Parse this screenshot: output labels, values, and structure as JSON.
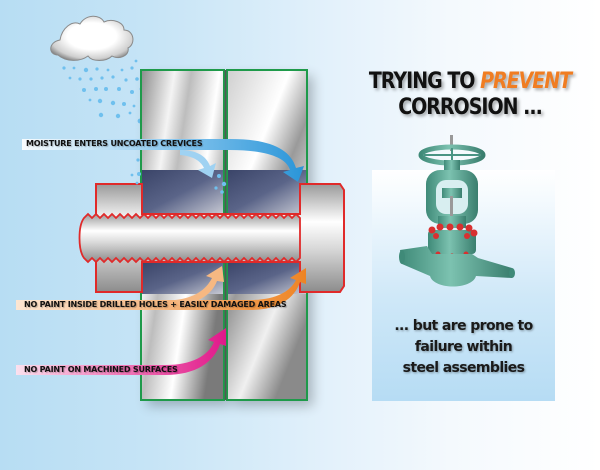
{
  "diagram": {
    "callouts": [
      {
        "id": "moisture",
        "text": "MOISTURE ENTERS UNCOATED CREVICES",
        "color": "#3aa0dc"
      },
      {
        "id": "drilled",
        "text": "NO PAINT INSIDE DRILLED HOLES + EASILY DAMAGED AREAS",
        "color": "#f08a2a"
      },
      {
        "id": "machined",
        "text": "NO PAINT ON MACHINED SURFACES",
        "color": "#e0268a"
      }
    ],
    "colors": {
      "plate_outline": "#1e9a4a",
      "bolt_outline": "#e02a2a",
      "valve": "#5aa896",
      "valve_bolts": "#d83030"
    }
  },
  "headline": {
    "line1_prefix": "TRYING TO ",
    "line1_accent": "PREVENT",
    "line2": "CORROSION ...",
    "accent_color": "#f07d22"
  },
  "caption": {
    "line1": "... but are prone to",
    "line2": "failure within",
    "line3": "steel assemblies"
  }
}
